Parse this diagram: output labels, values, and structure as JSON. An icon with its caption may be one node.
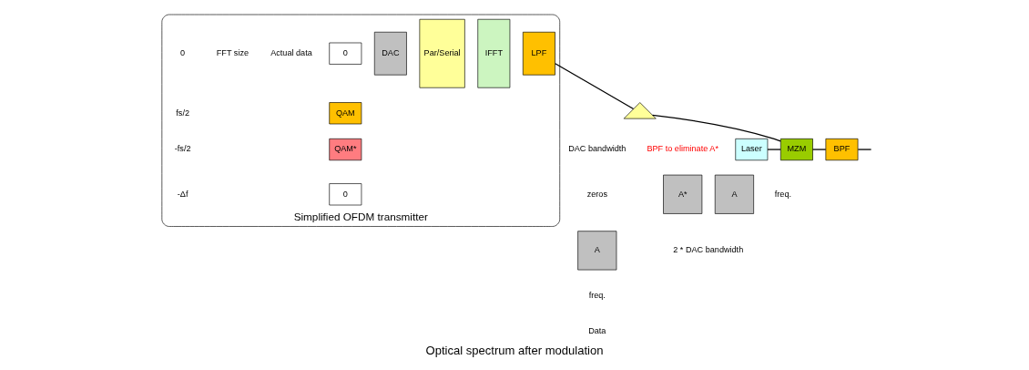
{
  "diagram": {
    "caption": "Optical spectrum after modulation",
    "nodes": [
      {
        "text": [
          "Simplified OFDM transmitter"
        ]
      },
      {
        "text": [
          "0"
        ],
        "in": 0
      },
      {
        "text": [
          "QAM"
        ],
        "in": 0
      },
      {
        "text": [
          "QAM*"
        ],
        "in": 0
      },
      {
        "text": [
          "0"
        ],
        "in": 0
      },
      {
        "text": [
          "IFFT"
        ],
        "in": 0
      },
      {
        "text": [
          "Par/Serial"
        ],
        "in": 0
      },
      {
        "text": [
          "DAC"
        ],
        "in": 0
      },
      {
        "text": [
          "LPF"
        ],
        "in": 0
      },
      {
        "text": [],
        "shape": "triangle"
      },
      {
        "text": [
          "Laser"
        ]
      },
      {
        "text": [
          "MZM"
        ]
      },
      {
        "text": [
          "BPF"
        ]
      },
      {
        "text": [
          "A"
        ]
      },
      {
        "text": [
          "A*"
        ]
      },
      {
        "text": [
          "A"
        ]
      }
    ],
    "edges": [
      {
        "from": 8,
        "to": 9,
        "arrow": "none"
      },
      {
        "from": 9,
        "to": 11,
        "arrow": "none"
      },
      {
        "from": 10,
        "to": 11,
        "arrow": "none"
      },
      {
        "from": 11,
        "to": 12,
        "arrow": "none"
      },
      {
        "from": 12,
        "to": null,
        "arrow": "none"
      }
    ],
    "labels": [
      "Actual data",
      "FFT size",
      "0",
      "fs/2",
      "-fs/2",
      "-Δf",
      "DAC bandwidth",
      "zeros",
      "freq.",
      "Data",
      "BPF to eliminate A*",
      "freq.",
      "2 * DAC bandwidth"
    ]
  }
}
